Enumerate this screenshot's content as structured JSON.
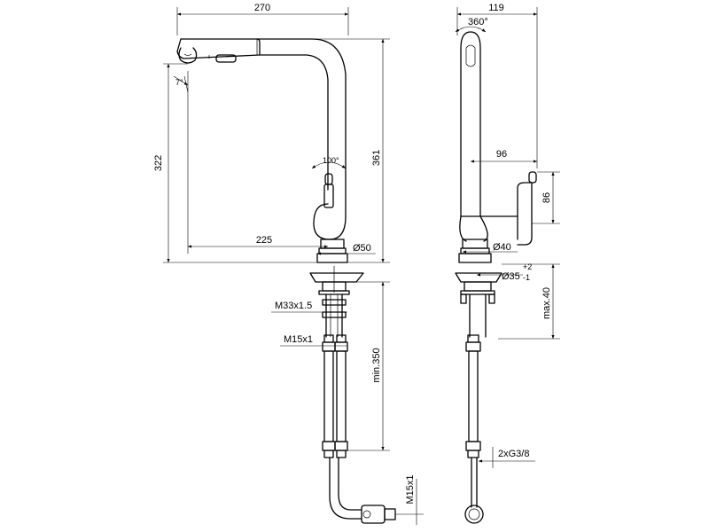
{
  "front_view": {
    "width_total": "270",
    "height_total": "322",
    "height_overall": "361",
    "spout_reach": "225",
    "base_diameter": "Ø50",
    "lever_angle": "100°",
    "spray_angle": "7°",
    "thread_main": "M33x1.5",
    "thread_hose": "M15x1",
    "min_length": "min.350",
    "thread_outlet": "M15x1"
  },
  "side_view": {
    "depth_total": "119",
    "rotation": "360°",
    "lever_reach": "96",
    "lever_height": "86",
    "body_diameter": "Ø40",
    "hole_diameter": "Ø35",
    "hole_tol_plus": "+2",
    "hole_tol_minus": "-1",
    "counter_max": "max.40",
    "connection": "2xG3/8"
  }
}
